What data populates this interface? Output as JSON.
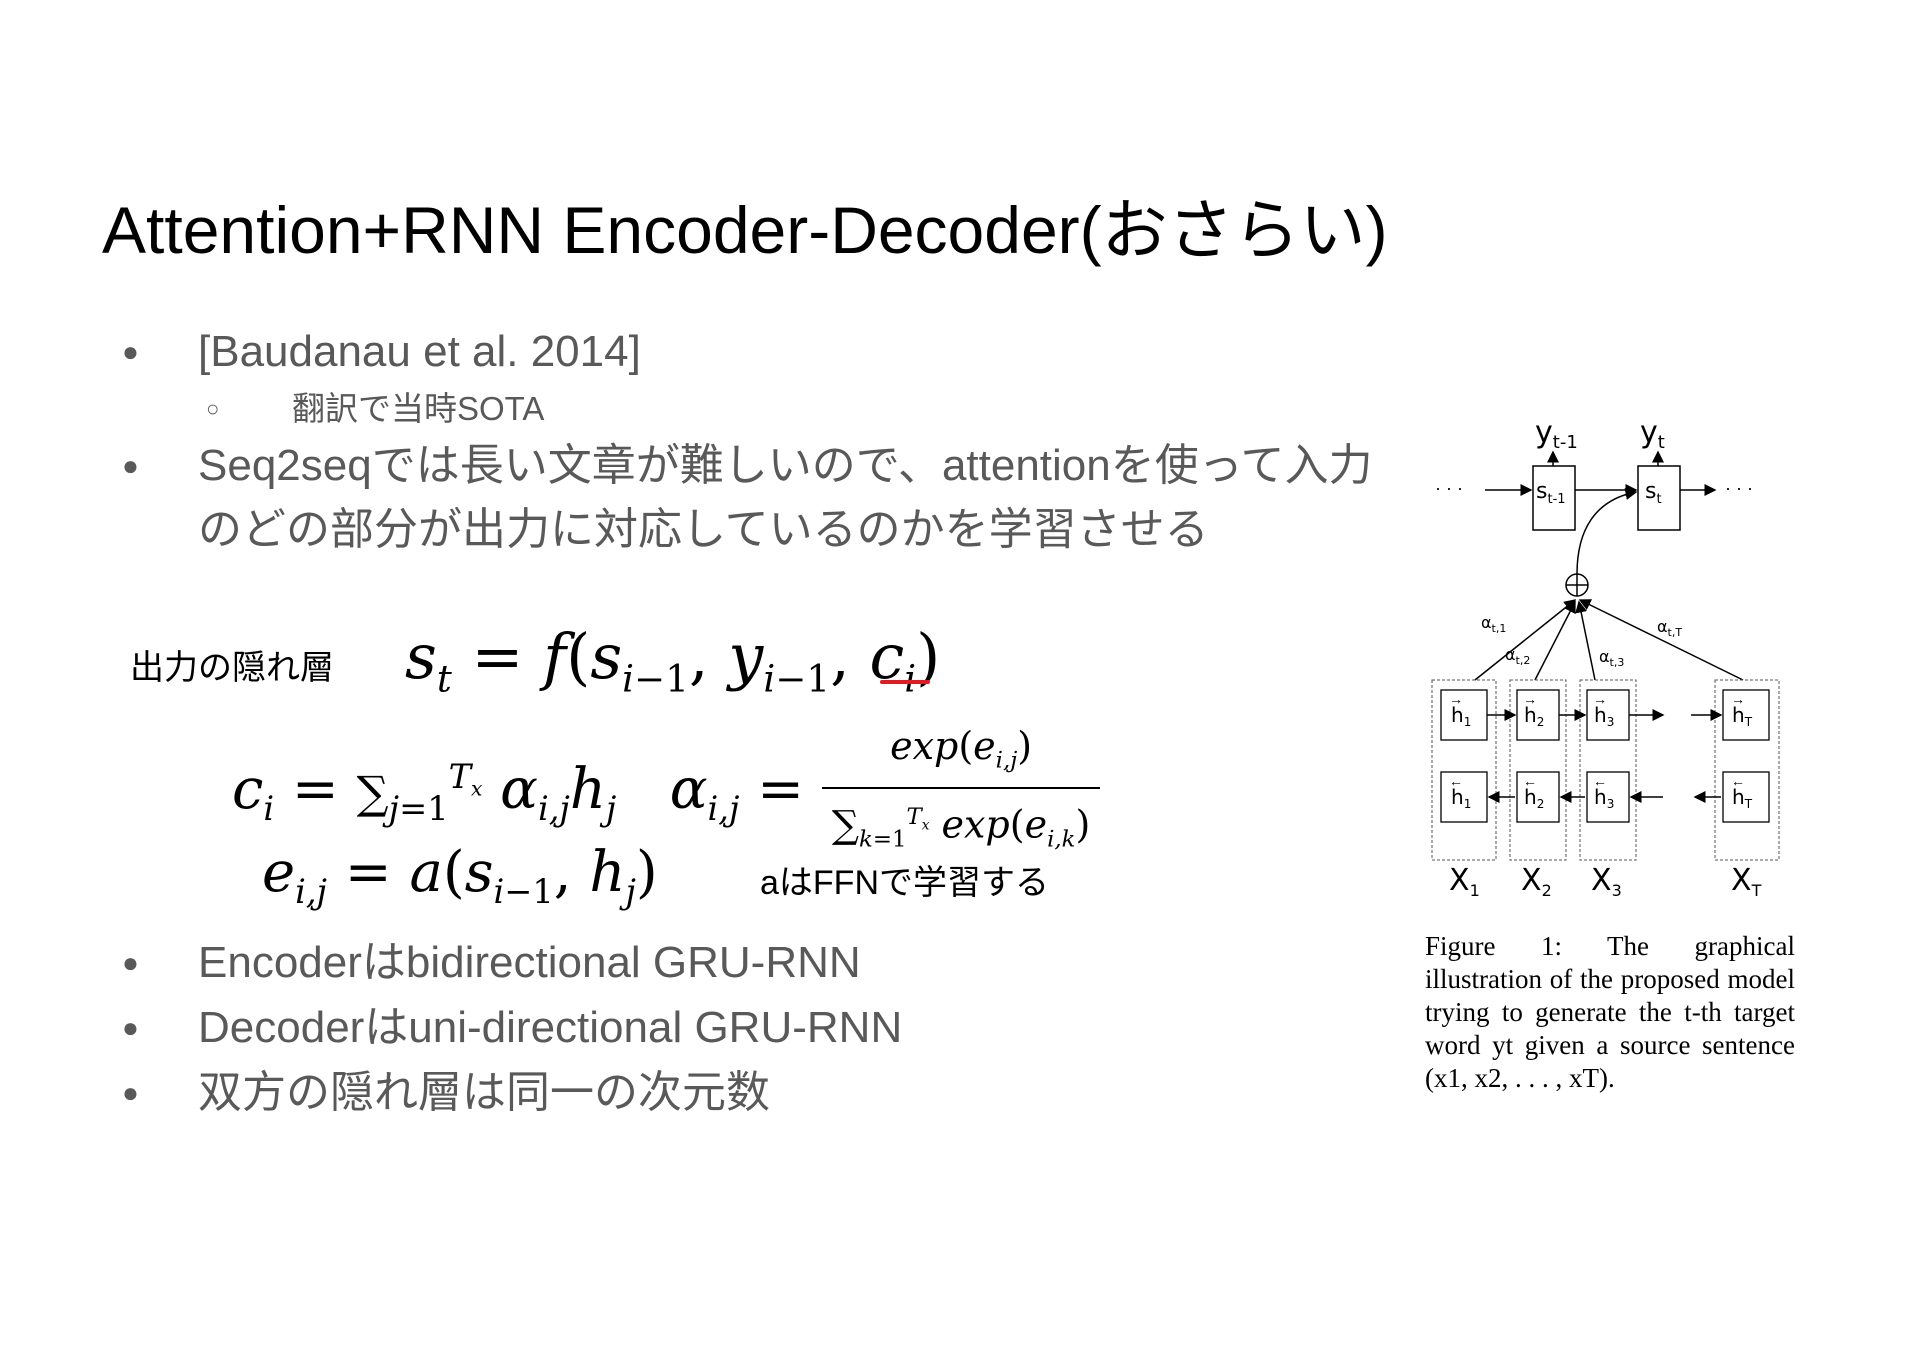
{
  "title": "Attention+RNN Encoder-Decoder(おさらい)",
  "bullets_top": [
    {
      "text": "[Baudanau et al. 2014]",
      "sub": [
        "翻訳で当時SOTA"
      ]
    },
    {
      "text": "Seq2seqでは長い文章が難しいので、attentionを使って入力のどの部分が出力に対応しているのかを学習させる",
      "sub": []
    }
  ],
  "bullet_marker": "●",
  "sub_bullet_marker": "○",
  "labels": {
    "hidden_layer": "出力の隠れ層",
    "a_ffn": "aはFFNで学習する"
  },
  "bullets_bottom": [
    "EncoderはbidirectionalGRU-RNN",
    "Decoderはuni-directional GRU-RNN",
    "双方の隠れ層は同一の次元数"
  ],
  "bullets_bottom_display": [
    "Encoderはbidirectional GRU-RNN",
    "Decoderはuni-directional GRU-RNN",
    "双方の隠れ層は同一の次元数"
  ],
  "figure": {
    "outputs": [
      "yt-1",
      "yt"
    ],
    "states": [
      "st-1",
      "st"
    ],
    "dots": "· · ·",
    "alphas": [
      "αt,1",
      "αt,2",
      "αt,3",
      "αt,T"
    ],
    "inputs": [
      "X1",
      "X2",
      "X3",
      "XT"
    ],
    "h_forward": [
      "h1",
      "h2",
      "h3",
      "hT"
    ],
    "h_backward": [
      "h1",
      "h2",
      "h3",
      "hT"
    ],
    "caption": "Figure 1: The graphical illustration of the proposed model trying to generate the t-th target word yt given a source sentence (x1, x2, . . . , xT)."
  },
  "colors": {
    "text_gray": "#595959",
    "underline_red": "#e01b24"
  }
}
